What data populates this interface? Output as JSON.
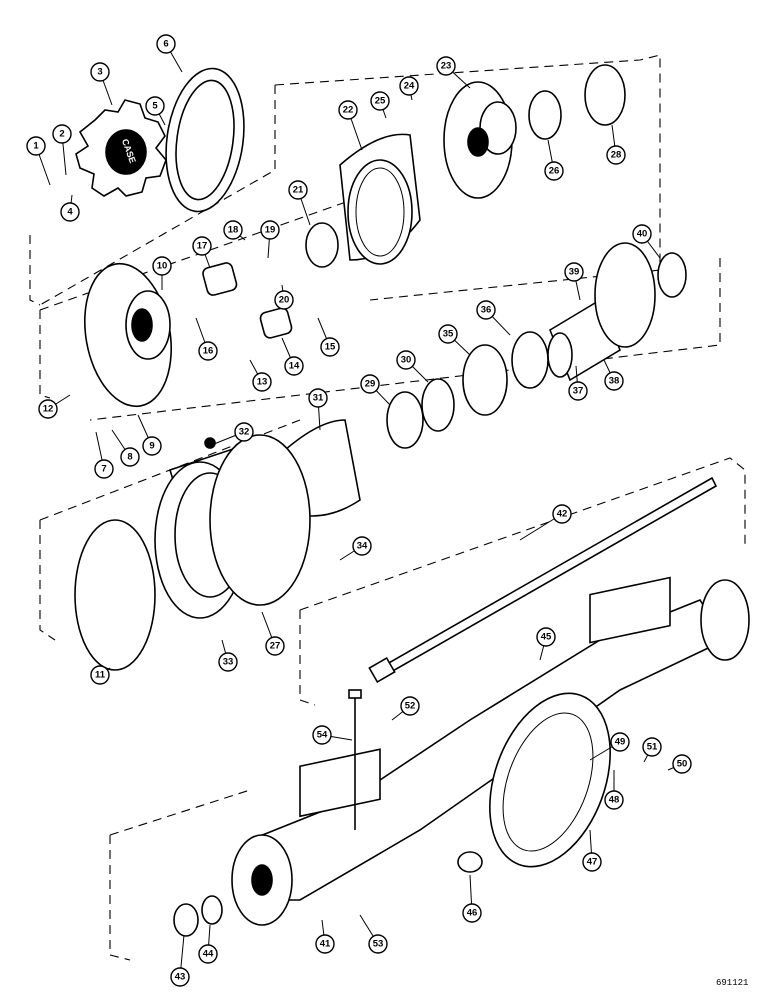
{
  "diagram": {
    "drawing_code": "691121",
    "callouts": [
      "1",
      "2",
      "3",
      "4",
      "5",
      "6",
      "7",
      "8",
      "9",
      "10",
      "11",
      "12",
      "13",
      "14",
      "15",
      "16",
      "17",
      "18",
      "19",
      "20",
      "21",
      "22",
      "23",
      "24",
      "25",
      "26",
      "27",
      "28",
      "29",
      "30",
      "31",
      "32",
      "33",
      "34",
      "35",
      "36",
      "37",
      "38",
      "39",
      "40",
      "41",
      "42",
      "43",
      "44",
      "45",
      "46",
      "47",
      "48",
      "49",
      "50",
      "51",
      "52",
      "53",
      "54"
    ],
    "brand_mark": "CASE"
  }
}
